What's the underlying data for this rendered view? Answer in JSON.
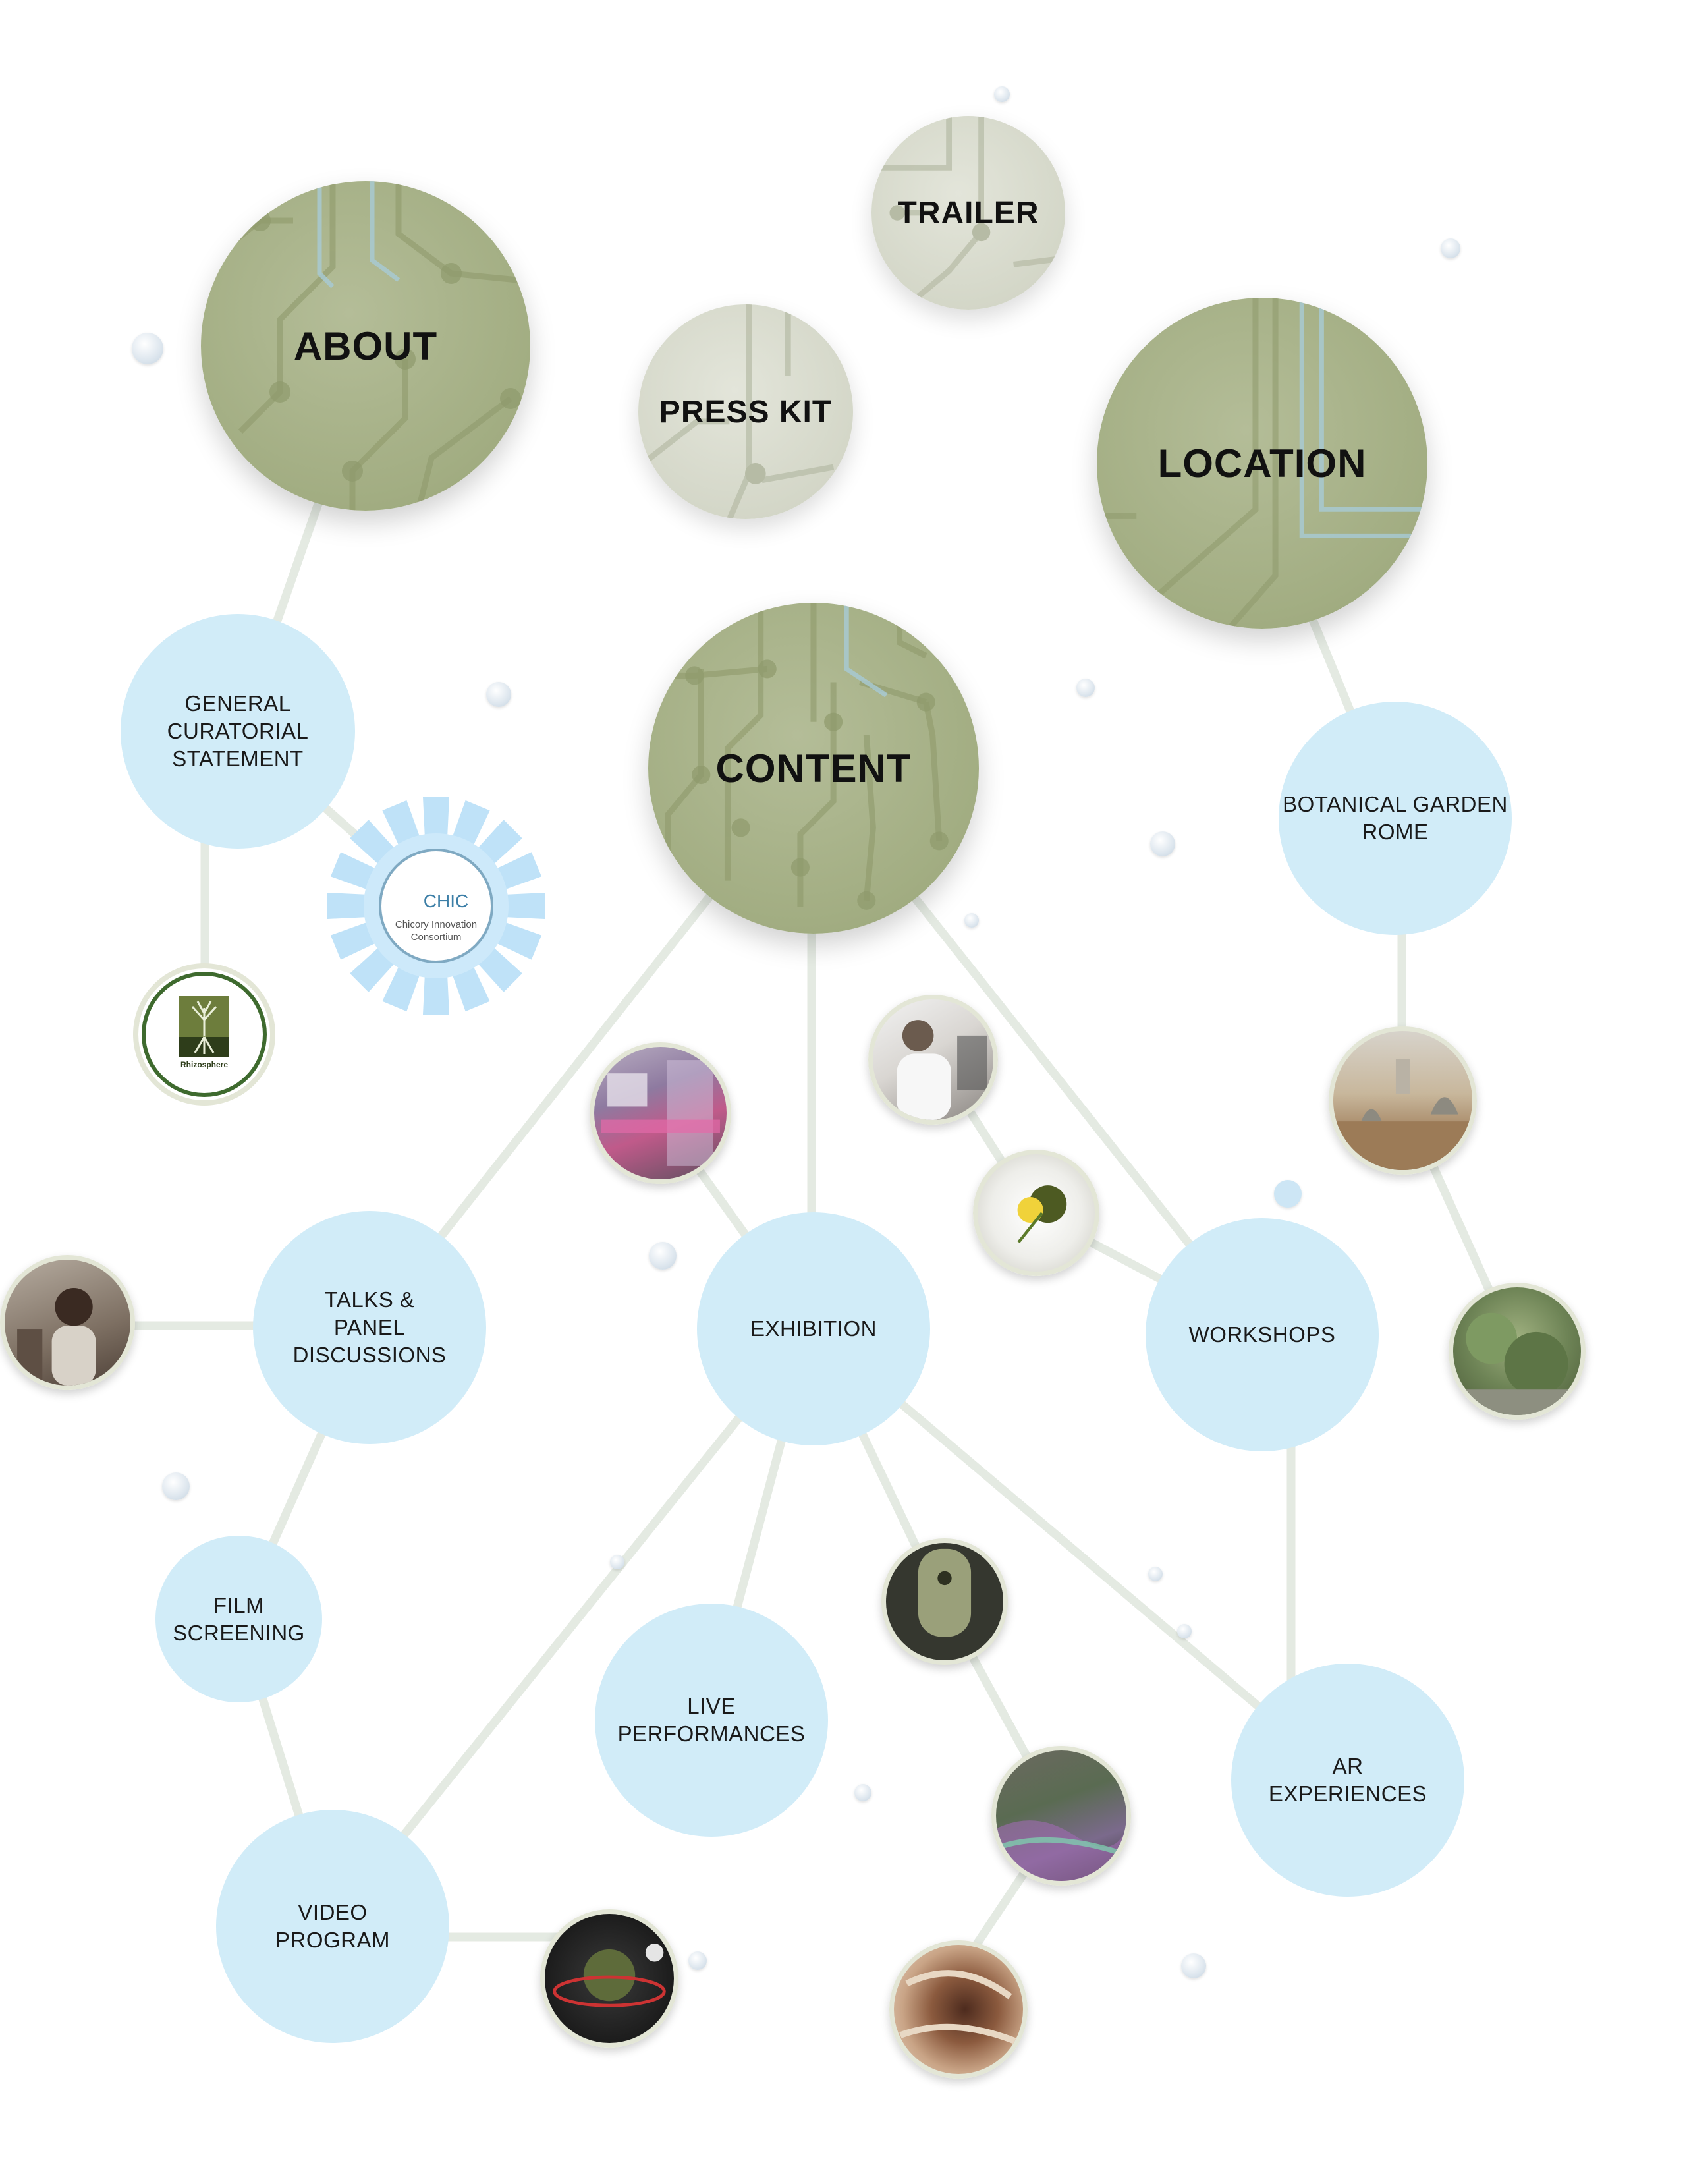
{
  "nodes": {
    "about": "ABOUT",
    "trailer": "TRAILER",
    "press_kit": "PRESS KIT",
    "location": "LOCATION",
    "content": "CONTENT",
    "general_curatorial_statement": "GENERAL\nCURATORIAL\nSTATEMENT",
    "botanical_garden_rome": "BOTANICAL GARDEN\nROME",
    "talks_panel_discussions": "TALKS &\nPANEL\nDISCUSSIONS",
    "exhibition": "EXHIBITION",
    "workshops": "WORKSHOPS",
    "film_screening": "FILM\nSCREENING",
    "live_performances": "LIVE\nPERFORMANCES",
    "ar_experiences": "AR\nEXPERIENCES",
    "video_program": "VIDEO\nPROGRAM"
  },
  "logos": {
    "chic_short": "CHIC",
    "chic_line1": "Chicory Innovation",
    "chic_line2": "Consortium",
    "rhizosphere": "Rhizosphere"
  },
  "colors": {
    "primary_node": "#a2ad82",
    "secondary_node": "#d3d6c7",
    "sub_node": "#d1ecf8",
    "link": "#e4eae0",
    "circuit": "#8f9a6c",
    "circuit_accent": "#a8cbd6"
  }
}
